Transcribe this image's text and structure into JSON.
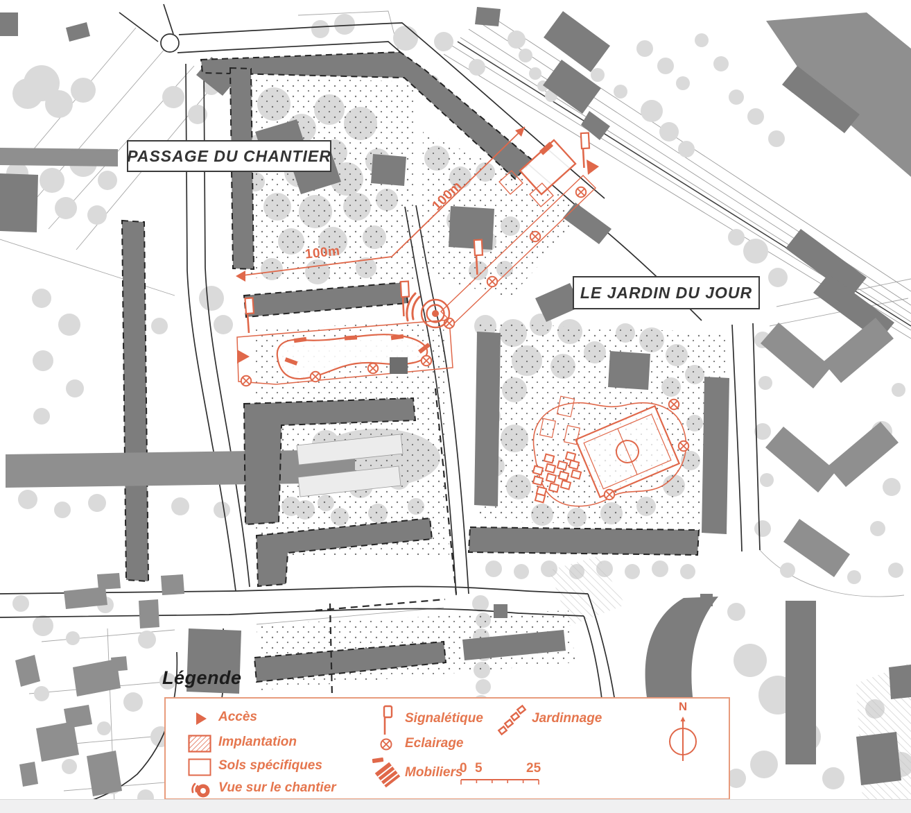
{
  "map": {
    "labels": {
      "passage": "PASSAGE DU CHANTIER",
      "jardin": "LE JARDIN  DU JOUR"
    },
    "dimensions": {
      "horizontal": "100m",
      "diagonal": "100m"
    }
  },
  "legend": {
    "title": "Légende",
    "items": [
      {
        "label": "Accès",
        "icon": "access-triangle-icon"
      },
      {
        "label": "Implantation",
        "icon": "hatched-square-icon"
      },
      {
        "label": "Sols spécifiques",
        "icon": "outline-square-icon"
      },
      {
        "label": "Vue sur le chantier",
        "icon": "site-view-icon"
      },
      {
        "label": "Signalétique",
        "icon": "flag-icon"
      },
      {
        "label": "Eclairage",
        "icon": "light-point-icon"
      },
      {
        "label": "Mobiliers",
        "icon": "striped-diamond-icon"
      },
      {
        "label": "Jardinnage",
        "icon": "garden-squares-icon"
      }
    ],
    "compass": {
      "north": "N"
    },
    "scale": {
      "ticks": [
        "0",
        "5",
        "25"
      ]
    }
  },
  "colors": {
    "accent": "#E0684A",
    "accent_text": "#E5764E",
    "building": "#7D7D7D",
    "building_light": "#8F8F8F",
    "tree": "#DADADA",
    "road": "#2F2F2F",
    "label_border": "#3B3B3B",
    "page_bg": "#FFFFFF",
    "footer_bg": "#F0F0F1"
  }
}
